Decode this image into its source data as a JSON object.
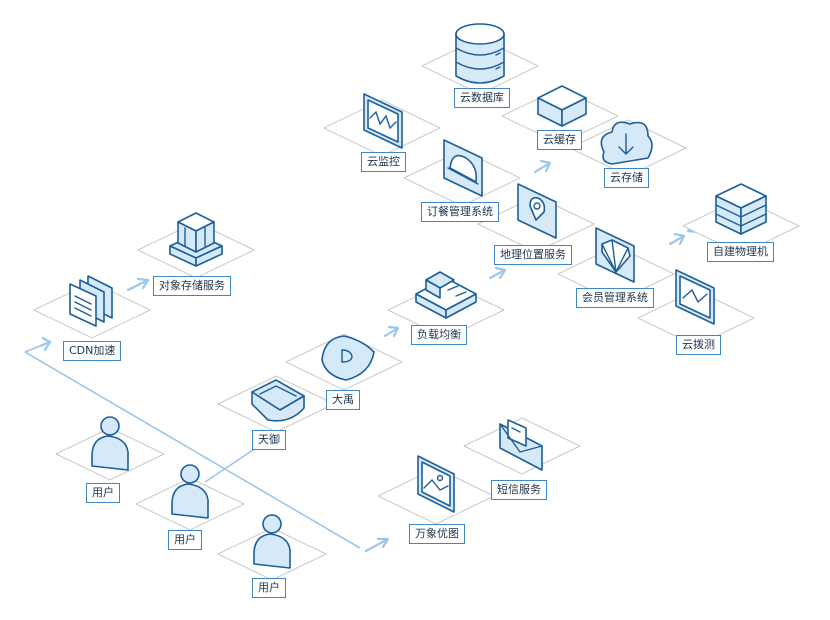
{
  "labels": {
    "cloud_database": "云数据库",
    "cloud_cache": "云缓存",
    "cloud_storage": "云存储",
    "cloud_monitor": "云监控",
    "order_system": "订餐管理系统",
    "geo_service": "地理位置服务",
    "self_built_server": "自建物理机",
    "member_system": "会员管理系统",
    "cloud_dial_test": "云拨测",
    "object_storage": "对象存储服务",
    "cdn": "CDN加速",
    "load_balancer": "负载均衡",
    "dayu": "大禹",
    "tianyu": "天御",
    "sms_service": "短信服务",
    "wanxiang_image": "万象优图",
    "user_1": "用户",
    "user_2": "用户",
    "user_3": "用户"
  },
  "colors": {
    "label_border": "#3f86c6",
    "icon_stroke": "#1c5f9b",
    "icon_fill": "#d6e9f9",
    "connector": "#9dc7ea",
    "plate_border": "#c9c9c9"
  },
  "icons": {
    "cloud_database": "database-cylinder-icon",
    "cloud_cache": "cache-box-icon",
    "cloud_storage": "cloud-download-icon",
    "cloud_monitor": "monitor-chart-icon",
    "order_system": "food-cloche-icon",
    "geo_service": "map-pin-icon",
    "self_built_server": "server-stack-icon",
    "member_system": "diamond-icon",
    "cloud_dial_test": "line-chart-icon",
    "object_storage": "storage-block-icon",
    "cdn": "book-stack-icon",
    "load_balancer": "load-balancer-icon",
    "dayu": "shield-d-icon",
    "tianyu": "shield-tray-icon",
    "sms_service": "envelope-icon",
    "wanxiang_image": "image-frame-icon",
    "user": "user-icon"
  }
}
